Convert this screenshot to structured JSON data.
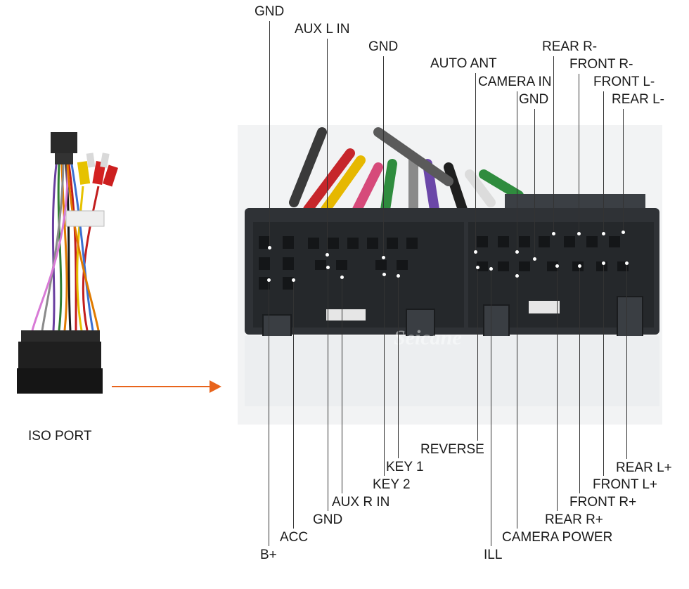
{
  "iso_label": "ISO PORT",
  "watermark": "Seicane",
  "colors": {
    "arrow": "#e8641c",
    "connector": "#2f3236",
    "lead_line": "#333333"
  },
  "top_labels": [
    {
      "id": "gnd-1",
      "text": "GND"
    },
    {
      "id": "aux-l-in",
      "text": "AUX L IN"
    },
    {
      "id": "gnd-2",
      "text": "GND"
    },
    {
      "id": "auto-ant",
      "text": "AUTO ANT"
    },
    {
      "id": "camera-in",
      "text": "CAMERA IN"
    },
    {
      "id": "gnd-3",
      "text": "GND"
    },
    {
      "id": "rear-r-minus",
      "text": "REAR R-"
    },
    {
      "id": "front-r-minus",
      "text": "FRONT R-"
    },
    {
      "id": "front-l-minus",
      "text": "FRONT L-"
    },
    {
      "id": "rear-l-minus",
      "text": "REAR L-"
    }
  ],
  "bottom_labels": [
    {
      "id": "reverse",
      "text": "REVERSE"
    },
    {
      "id": "key-1",
      "text": "KEY 1"
    },
    {
      "id": "key-2",
      "text": "KEY 2"
    },
    {
      "id": "aux-r-in",
      "text": "AUX R IN"
    },
    {
      "id": "gnd-4",
      "text": "GND"
    },
    {
      "id": "acc",
      "text": "ACC"
    },
    {
      "id": "b-plus",
      "text": "B+"
    },
    {
      "id": "rear-l-plus",
      "text": "REAR L+"
    },
    {
      "id": "front-l-plus",
      "text": "FRONT L+"
    },
    {
      "id": "front-r-plus",
      "text": "FRONT R+"
    },
    {
      "id": "rear-r-plus",
      "text": "REAR R+"
    },
    {
      "id": "camera-power",
      "text": "CAMERA POWER"
    },
    {
      "id": "ill",
      "text": "ILL"
    }
  ]
}
